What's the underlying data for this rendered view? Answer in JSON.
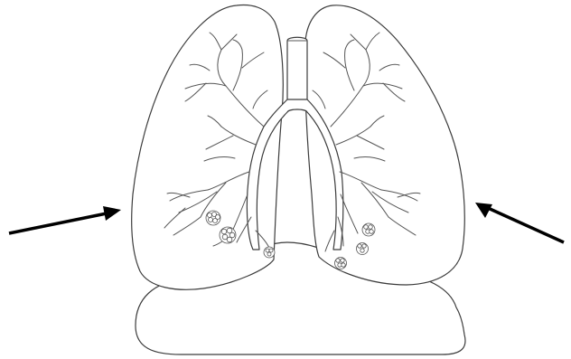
{
  "figure": {
    "subject": "lungs-with-bronchial-tree",
    "background": "#ffffff",
    "line_color": "#3c3c3c",
    "arrow_color": "#000000",
    "arrows": [
      {
        "name": "left-arrow",
        "points_to": "left-lung-outer-edge"
      },
      {
        "name": "right-arrow",
        "points_to": "right-lung-outer-edge"
      }
    ],
    "parts": [
      "left-lung",
      "right-lung",
      "trachea",
      "diaphragm",
      "bronchial-tree-left",
      "bronchial-tree-right",
      "alveoli-clusters"
    ]
  }
}
